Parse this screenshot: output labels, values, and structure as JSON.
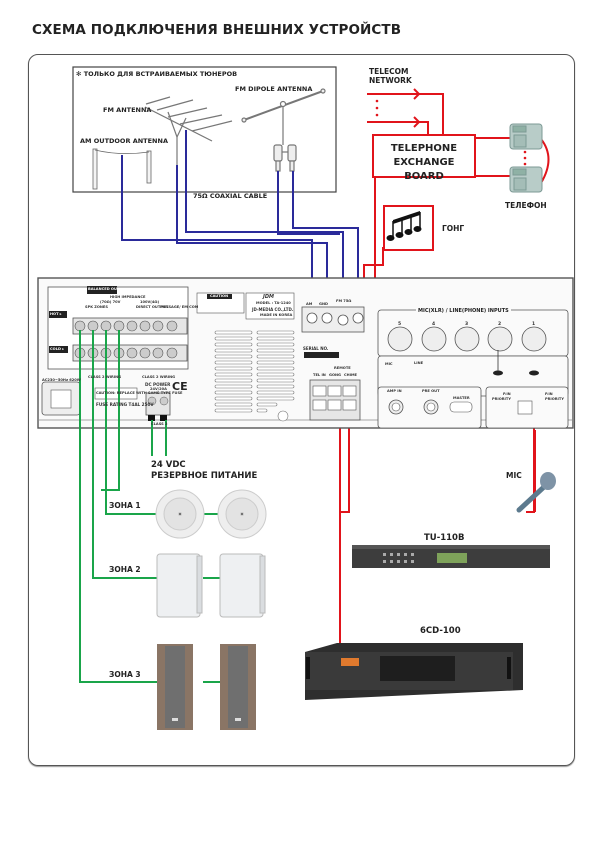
{
  "title": "СХЕМА ПОДКЛЮЧЕНИЯ ВНЕШНИХ УСТРОЙСТВ",
  "colors": {
    "telecom_wire": "#e1141b",
    "antenna_wire": "#2a2a9a",
    "speaker_wire": "#1aa54a",
    "frame": "#555555"
  },
  "antenna_section": {
    "note": "✻ ТОЛЬКО ДЛЯ ВСТРАИВАЕМЫХ ТЮНЕРОВ",
    "fm_antenna": "FM ANTENNA",
    "fm_dipole_antenna": "FM DIPOLE ANTENNA",
    "am_outdoor_antenna": "AM OUTDOOR ANTENNA",
    "coaxial_cable": "75Ω COAXIAL CABLE"
  },
  "telecom": {
    "network_line1": "TELECOM",
    "network_line2": "NETWORK",
    "exchange_line1": "TELEPHONE",
    "exchange_line2": "EXCHANGE BOARD",
    "phone_label": "ТЕЛЕФОН"
  },
  "gong": {
    "label": "ГОНГ",
    "icon": "music-notes-icon"
  },
  "amplifier_panel": {
    "balanced_output": "BALANCED OUTPUT",
    "hot": "HOT ▸",
    "cold": "COLD ▸",
    "spk_zones": "SPK ZONES",
    "high_impedance": "HIGH IMPEDANCE",
    "direct_output": "DIRECT OUTPUT",
    "message_em_com": "MESSAGE/ EM COM",
    "volt_100": "100V(4Ω)",
    "volt_70": "(70Ω) 70V",
    "class2_wiring_left": "CLASS 2 WIRING",
    "class2_wiring_right": "CLASS 2 WIRING",
    "ac_input": "AC230~50Hz 620W",
    "caution_fuse": "CAUTION: REPLACE WITH SAME TYPE FUSE",
    "fuse_rating": "FUSE RATING T4AL 250V",
    "dc_power": "DC  POWER",
    "dc_power_rating": "24V/20A",
    "class2": "CLASS 2",
    "caution": "CAUTION",
    "model_brand": "JDM",
    "model_line": "MODEL : TA-1240",
    "maker": "JD-MEDIA CO.,LTD.",
    "made_in": "MADE IN KOREA",
    "am": "AM",
    "gnd": "GND",
    "fm_75": "FM 75Ω",
    "serial_no": "SERIAL NO.",
    "remote": "REMOTE",
    "remote_terminals": [
      "TEL IN",
      "GONG",
      "CHIME"
    ],
    "ce_mark": "CE",
    "mic_line_inputs": "MIC(XLR) / LINE(PHONE) INPUTS",
    "input_numbers": [
      "5",
      "4",
      "3",
      "2",
      "1"
    ],
    "amp_in": "AMP IN",
    "pre_out": "PRE OUT",
    "master": "MASTER",
    "priority": "PRIORITY",
    "p_in": "P.IN",
    "mic": "MIC",
    "line": "LINE"
  },
  "power_backup": {
    "line1": "24 VDC",
    "line2": "РЕЗЕРВНОЕ ПИТАНИЕ"
  },
  "zones": [
    {
      "label": "ЗОНА 1",
      "speaker_type": "ceiling-speaker"
    },
    {
      "label": "ЗОНА 2",
      "speaker_type": "wall-speaker"
    },
    {
      "label": "ЗОНА 3",
      "speaker_type": "column-speaker"
    }
  ],
  "devices": {
    "mic": "MIC",
    "tuner": "TU-110B",
    "cd_changer": "6CD-100"
  }
}
